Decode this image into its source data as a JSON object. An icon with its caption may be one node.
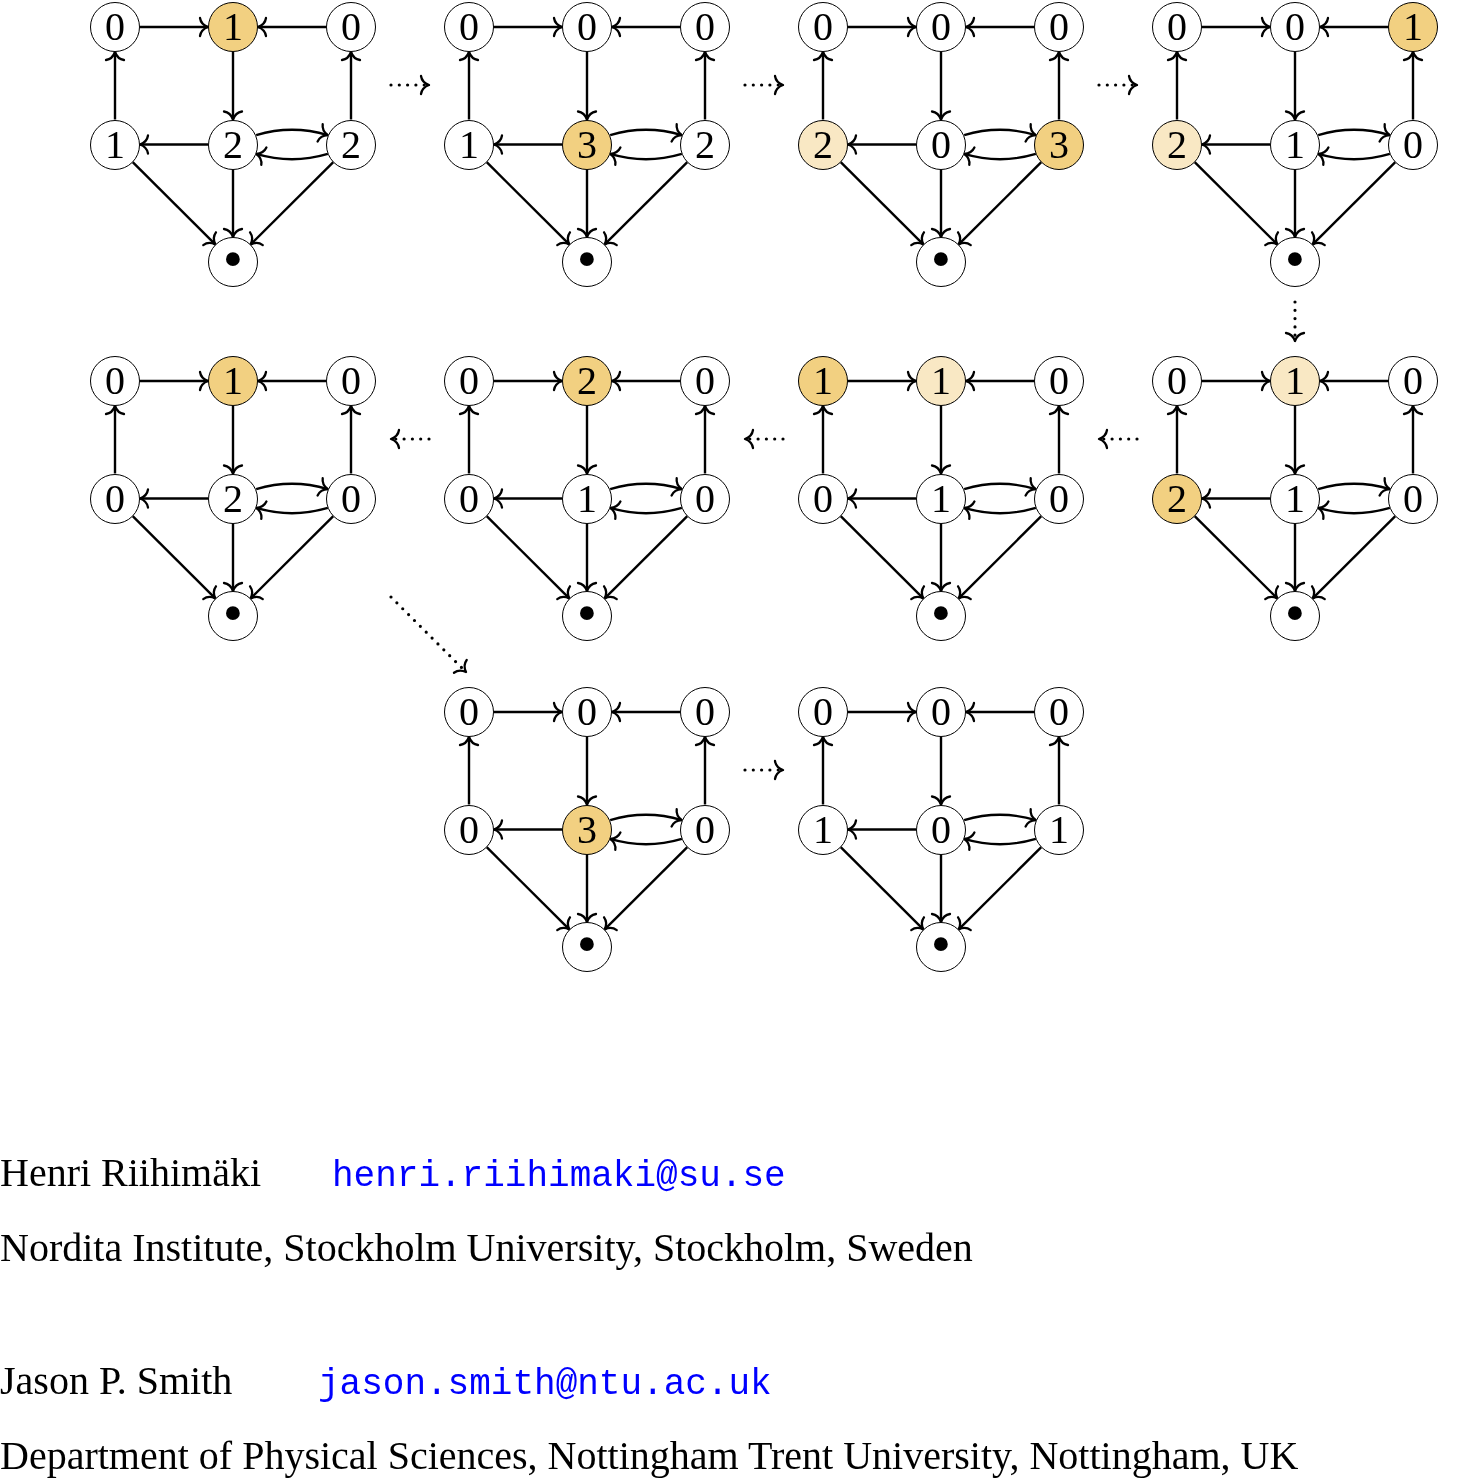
{
  "diagram": {
    "nodes": [
      {
        "text": [],
        "shape": "graph"
      },
      {
        "text": [
          "0"
        ],
        "in": 0
      },
      {
        "text": [
          "1"
        ],
        "in": 0
      },
      {
        "text": [
          "0"
        ],
        "in": 0
      },
      {
        "text": [
          "1"
        ],
        "in": 0
      },
      {
        "text": [
          "2"
        ],
        "in": 0
      },
      {
        "text": [
          "2"
        ],
        "in": 0
      },
      {
        "text": [
          "•"
        ],
        "in": 0
      },
      {
        "text": [],
        "shape": "graph"
      },
      {
        "text": [
          "0"
        ],
        "in": 8
      },
      {
        "text": [
          "0"
        ],
        "in": 8
      },
      {
        "text": [
          "0"
        ],
        "in": 8
      },
      {
        "text": [
          "1"
        ],
        "in": 8
      },
      {
        "text": [
          "3"
        ],
        "in": 8
      },
      {
        "text": [
          "2"
        ],
        "in": 8
      },
      {
        "text": [
          "•"
        ],
        "in": 8
      },
      {
        "text": [],
        "shape": "graph"
      },
      {
        "text": [
          "0"
        ],
        "in": 16
      },
      {
        "text": [
          "0"
        ],
        "in": 16
      },
      {
        "text": [
          "0"
        ],
        "in": 16
      },
      {
        "text": [
          "2"
        ],
        "in": 16
      },
      {
        "text": [
          "0"
        ],
        "in": 16
      },
      {
        "text": [
          "3"
        ],
        "in": 16
      },
      {
        "text": [
          "•"
        ],
        "in": 16
      },
      {
        "text": [],
        "shape": "graph"
      },
      {
        "text": [
          "0"
        ],
        "in": 24
      },
      {
        "text": [
          "0"
        ],
        "in": 24
      },
      {
        "text": [
          "1"
        ],
        "in": 24
      },
      {
        "text": [
          "2"
        ],
        "in": 24
      },
      {
        "text": [
          "1"
        ],
        "in": 24
      },
      {
        "text": [
          "0"
        ],
        "in": 24
      },
      {
        "text": [
          "•"
        ],
        "in": 24
      },
      {
        "text": [],
        "shape": "graph"
      },
      {
        "text": [
          "0"
        ],
        "in": 32
      },
      {
        "text": [
          "1"
        ],
        "in": 32
      },
      {
        "text": [
          "0"
        ],
        "in": 32
      },
      {
        "text": [
          "0"
        ],
        "in": 32
      },
      {
        "text": [
          "2"
        ],
        "in": 32
      },
      {
        "text": [
          "0"
        ],
        "in": 32
      },
      {
        "text": [
          "•"
        ],
        "in": 32
      },
      {
        "text": [],
        "shape": "graph"
      },
      {
        "text": [
          "0"
        ],
        "in": 40
      },
      {
        "text": [
          "2"
        ],
        "in": 40
      },
      {
        "text": [
          "0"
        ],
        "in": 40
      },
      {
        "text": [
          "0"
        ],
        "in": 40
      },
      {
        "text": [
          "1"
        ],
        "in": 40
      },
      {
        "text": [
          "0"
        ],
        "in": 40
      },
      {
        "text": [
          "•"
        ],
        "in": 40
      },
      {
        "text": [],
        "shape": "graph"
      },
      {
        "text": [
          "1"
        ],
        "in": 48
      },
      {
        "text": [
          "1"
        ],
        "in": 48
      },
      {
        "text": [
          "0"
        ],
        "in": 48
      },
      {
        "text": [
          "0"
        ],
        "in": 48
      },
      {
        "text": [
          "1"
        ],
        "in": 48
      },
      {
        "text": [
          "0"
        ],
        "in": 48
      },
      {
        "text": [
          "•"
        ],
        "in": 48
      },
      {
        "text": [],
        "shape": "graph"
      },
      {
        "text": [
          "0"
        ],
        "in": 56
      },
      {
        "text": [
          "1"
        ],
        "in": 56
      },
      {
        "text": [
          "0"
        ],
        "in": 56
      },
      {
        "text": [
          "2"
        ],
        "in": 56
      },
      {
        "text": [
          "1"
        ],
        "in": 56
      },
      {
        "text": [
          "0"
        ],
        "in": 56
      },
      {
        "text": [
          "•"
        ],
        "in": 56
      },
      {
        "text": [],
        "shape": "graph"
      },
      {
        "text": [
          "0"
        ],
        "in": 64
      },
      {
        "text": [
          "0"
        ],
        "in": 64
      },
      {
        "text": [
          "0"
        ],
        "in": 64
      },
      {
        "text": [
          "0"
        ],
        "in": 64
      },
      {
        "text": [
          "3"
        ],
        "in": 64
      },
      {
        "text": [
          "0"
        ],
        "in": 64
      },
      {
        "text": [
          "•"
        ],
        "in": 64
      },
      {
        "text": [],
        "shape": "graph"
      },
      {
        "text": [
          "0"
        ],
        "in": 72
      },
      {
        "text": [
          "0"
        ],
        "in": 72
      },
      {
        "text": [
          "0"
        ],
        "in": 72
      },
      {
        "text": [
          "1"
        ],
        "in": 72
      },
      {
        "text": [
          "0"
        ],
        "in": 72
      },
      {
        "text": [
          "1"
        ],
        "in": 72
      },
      {
        "text": [
          "•"
        ],
        "in": 72
      }
    ],
    "edges": [
      {
        "from": 1,
        "to": 2,
        "arrow": "to"
      },
      {
        "from": 3,
        "to": 2,
        "arrow": "to"
      },
      {
        "from": 4,
        "to": 1,
        "arrow": "to"
      },
      {
        "from": 2,
        "to": 5,
        "arrow": "to"
      },
      {
        "from": 6,
        "to": 3,
        "arrow": "to"
      },
      {
        "from": 5,
        "to": 4,
        "arrow": "to"
      },
      {
        "from": 5,
        "to": 6,
        "arrow": "to"
      },
      {
        "from": 6,
        "to": 5,
        "arrow": "to"
      },
      {
        "from": 4,
        "to": 7,
        "arrow": "to"
      },
      {
        "from": 5,
        "to": 7,
        "arrow": "to"
      },
      {
        "from": 6,
        "to": 7,
        "arrow": "to"
      },
      {
        "from": 9,
        "to": 10,
        "arrow": "to"
      },
      {
        "from": 11,
        "to": 10,
        "arrow": "to"
      },
      {
        "from": 12,
        "to": 9,
        "arrow": "to"
      },
      {
        "from": 10,
        "to": 13,
        "arrow": "to"
      },
      {
        "from": 14,
        "to": 11,
        "arrow": "to"
      },
      {
        "from": 13,
        "to": 12,
        "arrow": "to"
      },
      {
        "from": 13,
        "to": 14,
        "arrow": "to"
      },
      {
        "from": 14,
        "to": 13,
        "arrow": "to"
      },
      {
        "from": 12,
        "to": 15,
        "arrow": "to"
      },
      {
        "from": 13,
        "to": 15,
        "arrow": "to"
      },
      {
        "from": 14,
        "to": 15,
        "arrow": "to"
      },
      {
        "from": 17,
        "to": 18,
        "arrow": "to"
      },
      {
        "from": 19,
        "to": 18,
        "arrow": "to"
      },
      {
        "from": 20,
        "to": 17,
        "arrow": "to"
      },
      {
        "from": 18,
        "to": 21,
        "arrow": "to"
      },
      {
        "from": 22,
        "to": 19,
        "arrow": "to"
      },
      {
        "from": 21,
        "to": 20,
        "arrow": "to"
      },
      {
        "from": 21,
        "to": 22,
        "arrow": "to"
      },
      {
        "from": 22,
        "to": 21,
        "arrow": "to"
      },
      {
        "from": 20,
        "to": 23,
        "arrow": "to"
      },
      {
        "from": 21,
        "to": 23,
        "arrow": "to"
      },
      {
        "from": 22,
        "to": 23,
        "arrow": "to"
      },
      {
        "from": 25,
        "to": 26,
        "arrow": "to"
      },
      {
        "from": 27,
        "to": 26,
        "arrow": "to"
      },
      {
        "from": 28,
        "to": 25,
        "arrow": "to"
      },
      {
        "from": 26,
        "to": 29,
        "arrow": "to"
      },
      {
        "from": 30,
        "to": 27,
        "arrow": "to"
      },
      {
        "from": 29,
        "to": 28,
        "arrow": "to"
      },
      {
        "from": 29,
        "to": 30,
        "arrow": "to"
      },
      {
        "from": 30,
        "to": 29,
        "arrow": "to"
      },
      {
        "from": 28,
        "to": 31,
        "arrow": "to"
      },
      {
        "from": 29,
        "to": 31,
        "arrow": "to"
      },
      {
        "from": 30,
        "to": 31,
        "arrow": "to"
      },
      {
        "from": 33,
        "to": 34,
        "arrow": "to"
      },
      {
        "from": 35,
        "to": 34,
        "arrow": "to"
      },
      {
        "from": 36,
        "to": 33,
        "arrow": "to"
      },
      {
        "from": 34,
        "to": 37,
        "arrow": "to"
      },
      {
        "from": 38,
        "to": 35,
        "arrow": "to"
      },
      {
        "from": 37,
        "to": 36,
        "arrow": "to"
      },
      {
        "from": 37,
        "to": 38,
        "arrow": "to"
      },
      {
        "from": 38,
        "to": 37,
        "arrow": "to"
      },
      {
        "from": 36,
        "to": 39,
        "arrow": "to"
      },
      {
        "from": 37,
        "to": 39,
        "arrow": "to"
      },
      {
        "from": 38,
        "to": 39,
        "arrow": "to"
      },
      {
        "from": 41,
        "to": 42,
        "arrow": "to"
      },
      {
        "from": 43,
        "to": 42,
        "arrow": "to"
      },
      {
        "from": 44,
        "to": 41,
        "arrow": "to"
      },
      {
        "from": 42,
        "to": 45,
        "arrow": "to"
      },
      {
        "from": 46,
        "to": 43,
        "arrow": "to"
      },
      {
        "from": 45,
        "to": 44,
        "arrow": "to"
      },
      {
        "from": 45,
        "to": 46,
        "arrow": "to"
      },
      {
        "from": 46,
        "to": 45,
        "arrow": "to"
      },
      {
        "from": 44,
        "to": 47,
        "arrow": "to"
      },
      {
        "from": 45,
        "to": 47,
        "arrow": "to"
      },
      {
        "from": 46,
        "to": 47,
        "arrow": "to"
      },
      {
        "from": 49,
        "to": 50,
        "arrow": "to"
      },
      {
        "from": 51,
        "to": 50,
        "arrow": "to"
      },
      {
        "from": 52,
        "to": 49,
        "arrow": "to"
      },
      {
        "from": 50,
        "to": 53,
        "arrow": "to"
      },
      {
        "from": 54,
        "to": 51,
        "arrow": "to"
      },
      {
        "from": 53,
        "to": 52,
        "arrow": "to"
      },
      {
        "from": 53,
        "to": 54,
        "arrow": "to"
      },
      {
        "from": 54,
        "to": 53,
        "arrow": "to"
      },
      {
        "from": 52,
        "to": 55,
        "arrow": "to"
      },
      {
        "from": 53,
        "to": 55,
        "arrow": "to"
      },
      {
        "from": 54,
        "to": 55,
        "arrow": "to"
      },
      {
        "from": 57,
        "to": 58,
        "arrow": "to"
      },
      {
        "from": 59,
        "to": 58,
        "arrow": "to"
      },
      {
        "from": 60,
        "to": 57,
        "arrow": "to"
      },
      {
        "from": 58,
        "to": 61,
        "arrow": "to"
      },
      {
        "from": 62,
        "to": 59,
        "arrow": "to"
      },
      {
        "from": 61,
        "to": 60,
        "arrow": "to"
      },
      {
        "from": 61,
        "to": 62,
        "arrow": "to"
      },
      {
        "from": 62,
        "to": 61,
        "arrow": "to"
      },
      {
        "from": 60,
        "to": 63,
        "arrow": "to"
      },
      {
        "from": 61,
        "to": 63,
        "arrow": "to"
      },
      {
        "from": 62,
        "to": 63,
        "arrow": "to"
      },
      {
        "from": 65,
        "to": 66,
        "arrow": "to"
      },
      {
        "from": 67,
        "to": 66,
        "arrow": "to"
      },
      {
        "from": 68,
        "to": 65,
        "arrow": "to"
      },
      {
        "from": 66,
        "to": 69,
        "arrow": "to"
      },
      {
        "from": 70,
        "to": 67,
        "arrow": "to"
      },
      {
        "from": 69,
        "to": 68,
        "arrow": "to"
      },
      {
        "from": 69,
        "to": 70,
        "arrow": "to"
      },
      {
        "from": 70,
        "to": 69,
        "arrow": "to"
      },
      {
        "from": 68,
        "to": 71,
        "arrow": "to"
      },
      {
        "from": 69,
        "to": 71,
        "arrow": "to"
      },
      {
        "from": 70,
        "to": 71,
        "arrow": "to"
      },
      {
        "from": 73,
        "to": 74,
        "arrow": "to"
      },
      {
        "from": 75,
        "to": 74,
        "arrow": "to"
      },
      {
        "from": 76,
        "to": 73,
        "arrow": "to"
      },
      {
        "from": 74,
        "to": 77,
        "arrow": "to"
      },
      {
        "from": 78,
        "to": 75,
        "arrow": "to"
      },
      {
        "from": 77,
        "to": 76,
        "arrow": "to"
      },
      {
        "from": 77,
        "to": 78,
        "arrow": "to"
      },
      {
        "from": 78,
        "to": 77,
        "arrow": "to"
      },
      {
        "from": 76,
        "to": 79,
        "arrow": "to"
      },
      {
        "from": 77,
        "to": 79,
        "arrow": "to"
      },
      {
        "from": 78,
        "to": 79,
        "arrow": "to"
      },
      {
        "from": 0,
        "to": 8,
        "arrow": "to",
        "style": "dashed"
      },
      {
        "from": 8,
        "to": 16,
        "arrow": "to",
        "style": "dashed"
      },
      {
        "from": 16,
        "to": 24,
        "arrow": "to",
        "style": "dashed"
      },
      {
        "from": 24,
        "to": 56,
        "arrow": "to",
        "style": "dashed"
      },
      {
        "from": 56,
        "to": 48,
        "arrow": "to",
        "style": "dashed"
      },
      {
        "from": 48,
        "to": 40,
        "arrow": "to",
        "style": "dashed"
      },
      {
        "from": 40,
        "to": 32,
        "arrow": "to",
        "style": "dashed"
      },
      {
        "from": 32,
        "to": 64,
        "arrow": "to",
        "style": "dashed"
      },
      {
        "from": 64,
        "to": 72,
        "arrow": "to",
        "style": "dashed"
      }
    ],
    "labels": [
      "Henri Riihimäki",
      "henri.riihimaki@su.se",
      "Nordita Institute, Stockholm University, Stockholm, Sweden",
      "Jason P. Smith",
      "jason.smith@ntu.ac.uk",
      "Department of Physical Sciences, Nottingham Trent University, Nottingham, UK"
    ]
  }
}
